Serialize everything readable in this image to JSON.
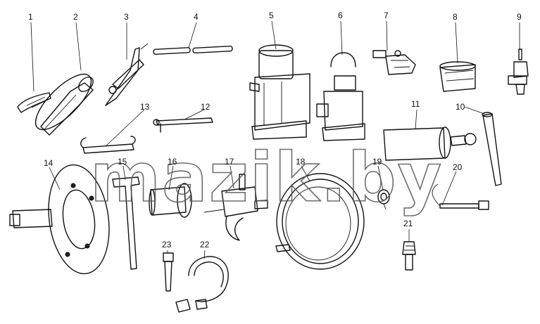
{
  "watermark": "mazik.by",
  "callouts": [
    "1",
    "2",
    "3",
    "4",
    "5",
    "6",
    "7",
    "8",
    "9",
    "10",
    "11",
    "12",
    "13",
    "14",
    "15",
    "16",
    "17",
    "18",
    "19",
    "20",
    "21",
    "22",
    "23"
  ]
}
